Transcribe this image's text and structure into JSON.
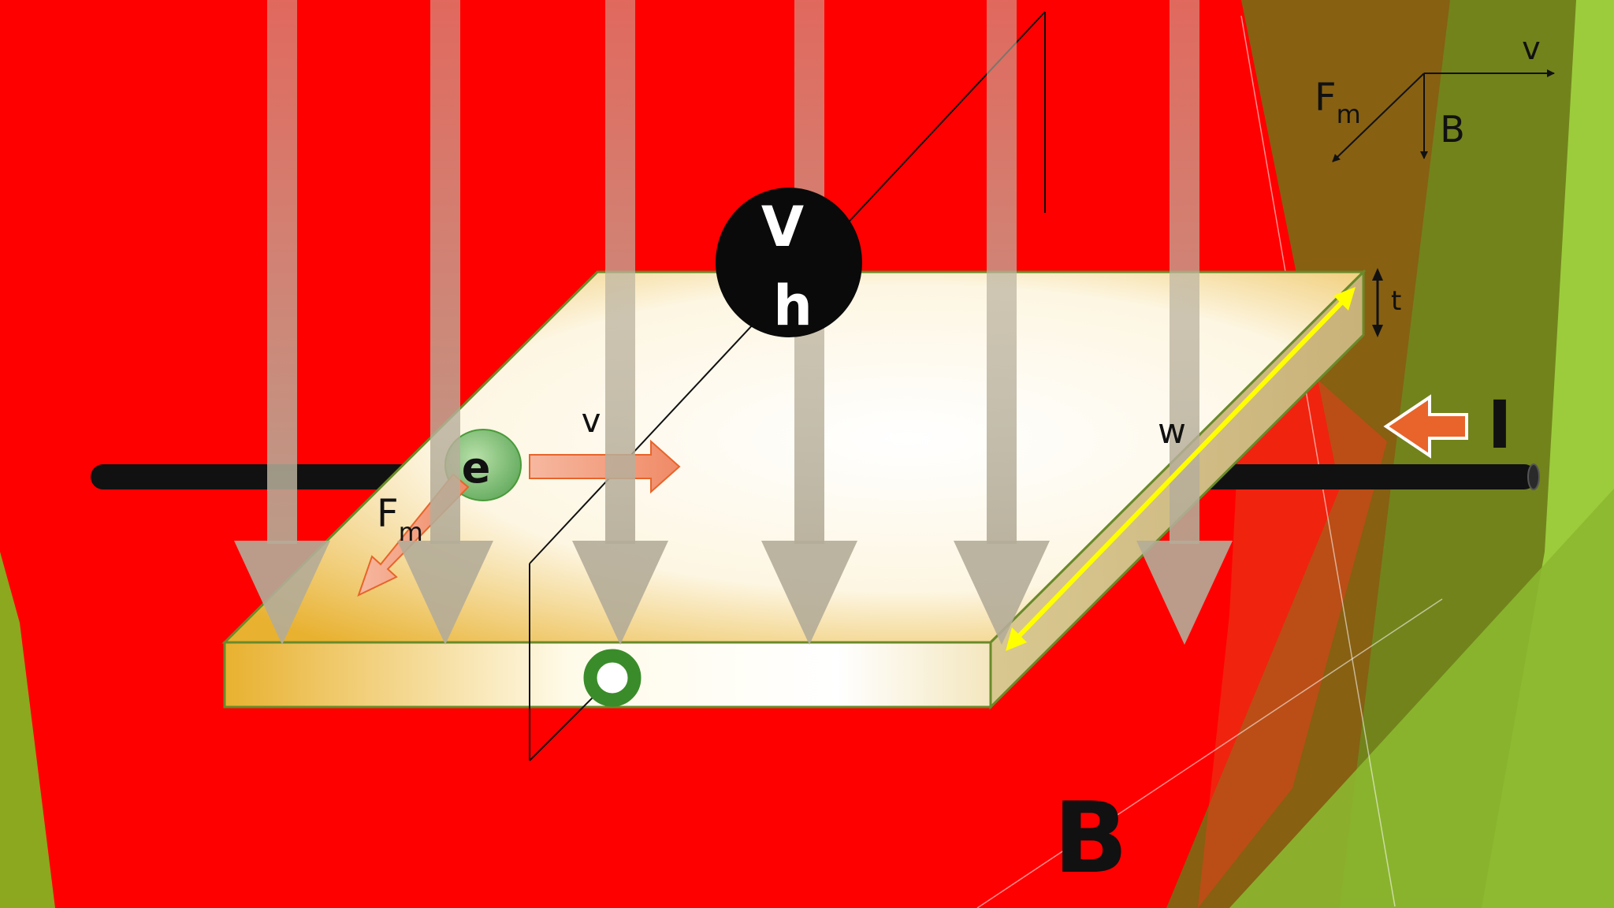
{
  "labels": {
    "vh_top": "V",
    "vh_bottom": "h",
    "electron": "e",
    "velocity_plate": "v",
    "force_plate_main": "F",
    "force_plate_sub": "m",
    "width": "w",
    "thickness": "t",
    "current": "I",
    "field": "B",
    "legend_velocity": "v",
    "legend_force_main": "F",
    "legend_force_sub": "m",
    "legend_field": "B"
  },
  "colors": {
    "background": "#ff0000",
    "green_light": "#9ccc3c",
    "green_dark": "#6f8a1e",
    "olive": "#7a6a14",
    "plate_edge": "#6a8a2a",
    "gold": "#e8b12f",
    "yellow_arrow": "#ffff00",
    "orange_arrow": "#e8642a",
    "electron_fill": "#7fc07a",
    "probe_ring": "#3a8c2a",
    "field_arrow": "#b4ac98"
  }
}
